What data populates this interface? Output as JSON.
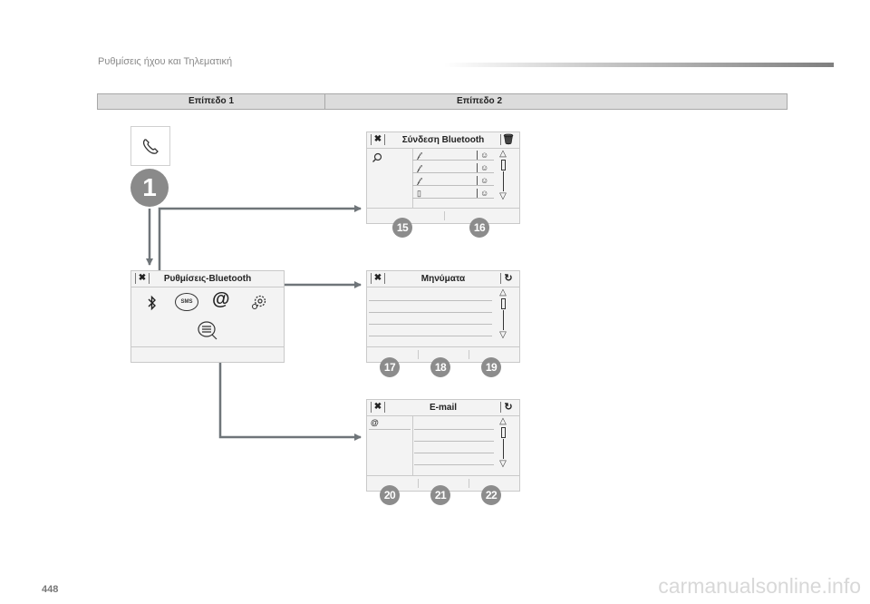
{
  "header": {
    "section_title": "Ρυθμίσεις ήχου και Τηλεματική"
  },
  "levels": {
    "level1": "Επίπεδο 1",
    "level2": "Επίπεδο 2"
  },
  "step_number": "1",
  "screens": {
    "bluetooth_settings": {
      "title": "Ρυθμίσεις-Bluetooth",
      "sms_label": "SMS"
    },
    "bluetooth_connection": {
      "title": "Σύνδεση Bluetooth"
    },
    "messages": {
      "title": "Μηνύματα"
    },
    "email": {
      "title": "E-mail",
      "at_label": "@"
    }
  },
  "callouts": {
    "b15": "15",
    "b16": "16",
    "b17": "17",
    "b18": "18",
    "b19": "19",
    "b20": "20",
    "b21": "21",
    "b22": "22"
  },
  "footer": {
    "page_number": "448",
    "watermark": "carmanualsonline.info"
  },
  "colors": {
    "badge": "#8c8c8c",
    "connector": "#6f7579",
    "panel": "#f3f3f3",
    "border": "#c9c9c9"
  }
}
